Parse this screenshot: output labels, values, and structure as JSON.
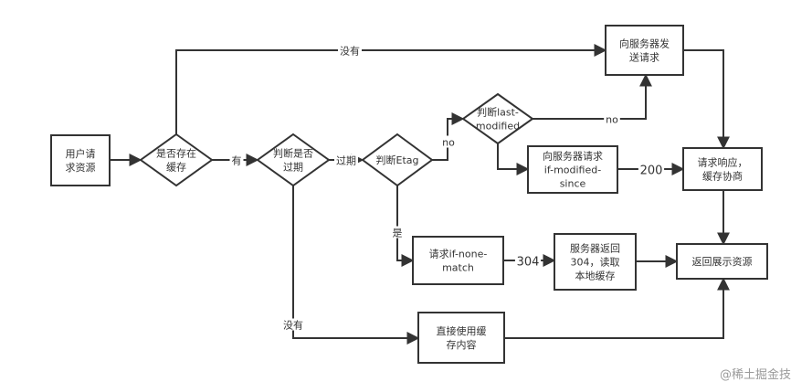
{
  "diagram": {
    "colors": {
      "stroke": "#333333",
      "text": "#333333",
      "background": "#ffffff",
      "watermark": "#9a9a9a"
    },
    "nodes": {
      "user_request": {
        "type": "process",
        "lines": [
          "用户请",
          "求资源"
        ]
      },
      "cache_exists": {
        "type": "decision",
        "lines": [
          "是否存在",
          "缓存"
        ]
      },
      "is_expired": {
        "type": "decision",
        "lines": [
          "判断是否",
          "过期"
        ]
      },
      "check_etag": {
        "type": "decision",
        "lines": [
          "判断Etag"
        ]
      },
      "check_last_modified": {
        "type": "decision",
        "lines": [
          "判断last-",
          "modified"
        ]
      },
      "send_request": {
        "type": "process",
        "lines": [
          "向服务器发",
          "送请求"
        ]
      },
      "if_modified_since": {
        "type": "process",
        "lines": [
          "向服务器请求",
          "if-modified-",
          "since"
        ]
      },
      "response_negotiate": {
        "type": "process",
        "lines": [
          "请求响应，",
          "缓存协商"
        ]
      },
      "if_none_match": {
        "type": "process",
        "lines": [
          "请求if-none-",
          "match"
        ]
      },
      "server_304": {
        "type": "process",
        "lines": [
          "服务器返回",
          "304，读取",
          "本地缓存"
        ]
      },
      "return_resource": {
        "type": "process",
        "lines": [
          "返回展示资源"
        ]
      },
      "use_cache": {
        "type": "process",
        "lines": [
          "直接使用缓",
          "存内容"
        ]
      }
    },
    "edges": [
      {
        "from": "user_request",
        "to": "cache_exists",
        "label": ""
      },
      {
        "from": "cache_exists",
        "to": "send_request",
        "label": "没有"
      },
      {
        "from": "cache_exists",
        "to": "is_expired",
        "label": "有"
      },
      {
        "from": "is_expired",
        "to": "check_etag",
        "label": "过期"
      },
      {
        "from": "is_expired",
        "to": "use_cache",
        "label": "没有"
      },
      {
        "from": "check_etag",
        "to": "check_last_modified",
        "label": "no"
      },
      {
        "from": "check_etag",
        "to": "if_none_match",
        "label": "是"
      },
      {
        "from": "check_last_modified",
        "to": "send_request",
        "label": "no"
      },
      {
        "from": "check_last_modified",
        "to": "if_modified_since",
        "label": ""
      },
      {
        "from": "if_modified_since",
        "to": "response_negotiate",
        "label": "200"
      },
      {
        "from": "send_request",
        "to": "response_negotiate",
        "label": ""
      },
      {
        "from": "response_negotiate",
        "to": "return_resource",
        "label": ""
      },
      {
        "from": "if_none_match",
        "to": "server_304",
        "label": "304"
      },
      {
        "from": "server_304",
        "to": "return_resource",
        "label": ""
      },
      {
        "from": "use_cache",
        "to": "return_resource",
        "label": ""
      }
    ]
  },
  "watermark": "@稀土掘金技"
}
